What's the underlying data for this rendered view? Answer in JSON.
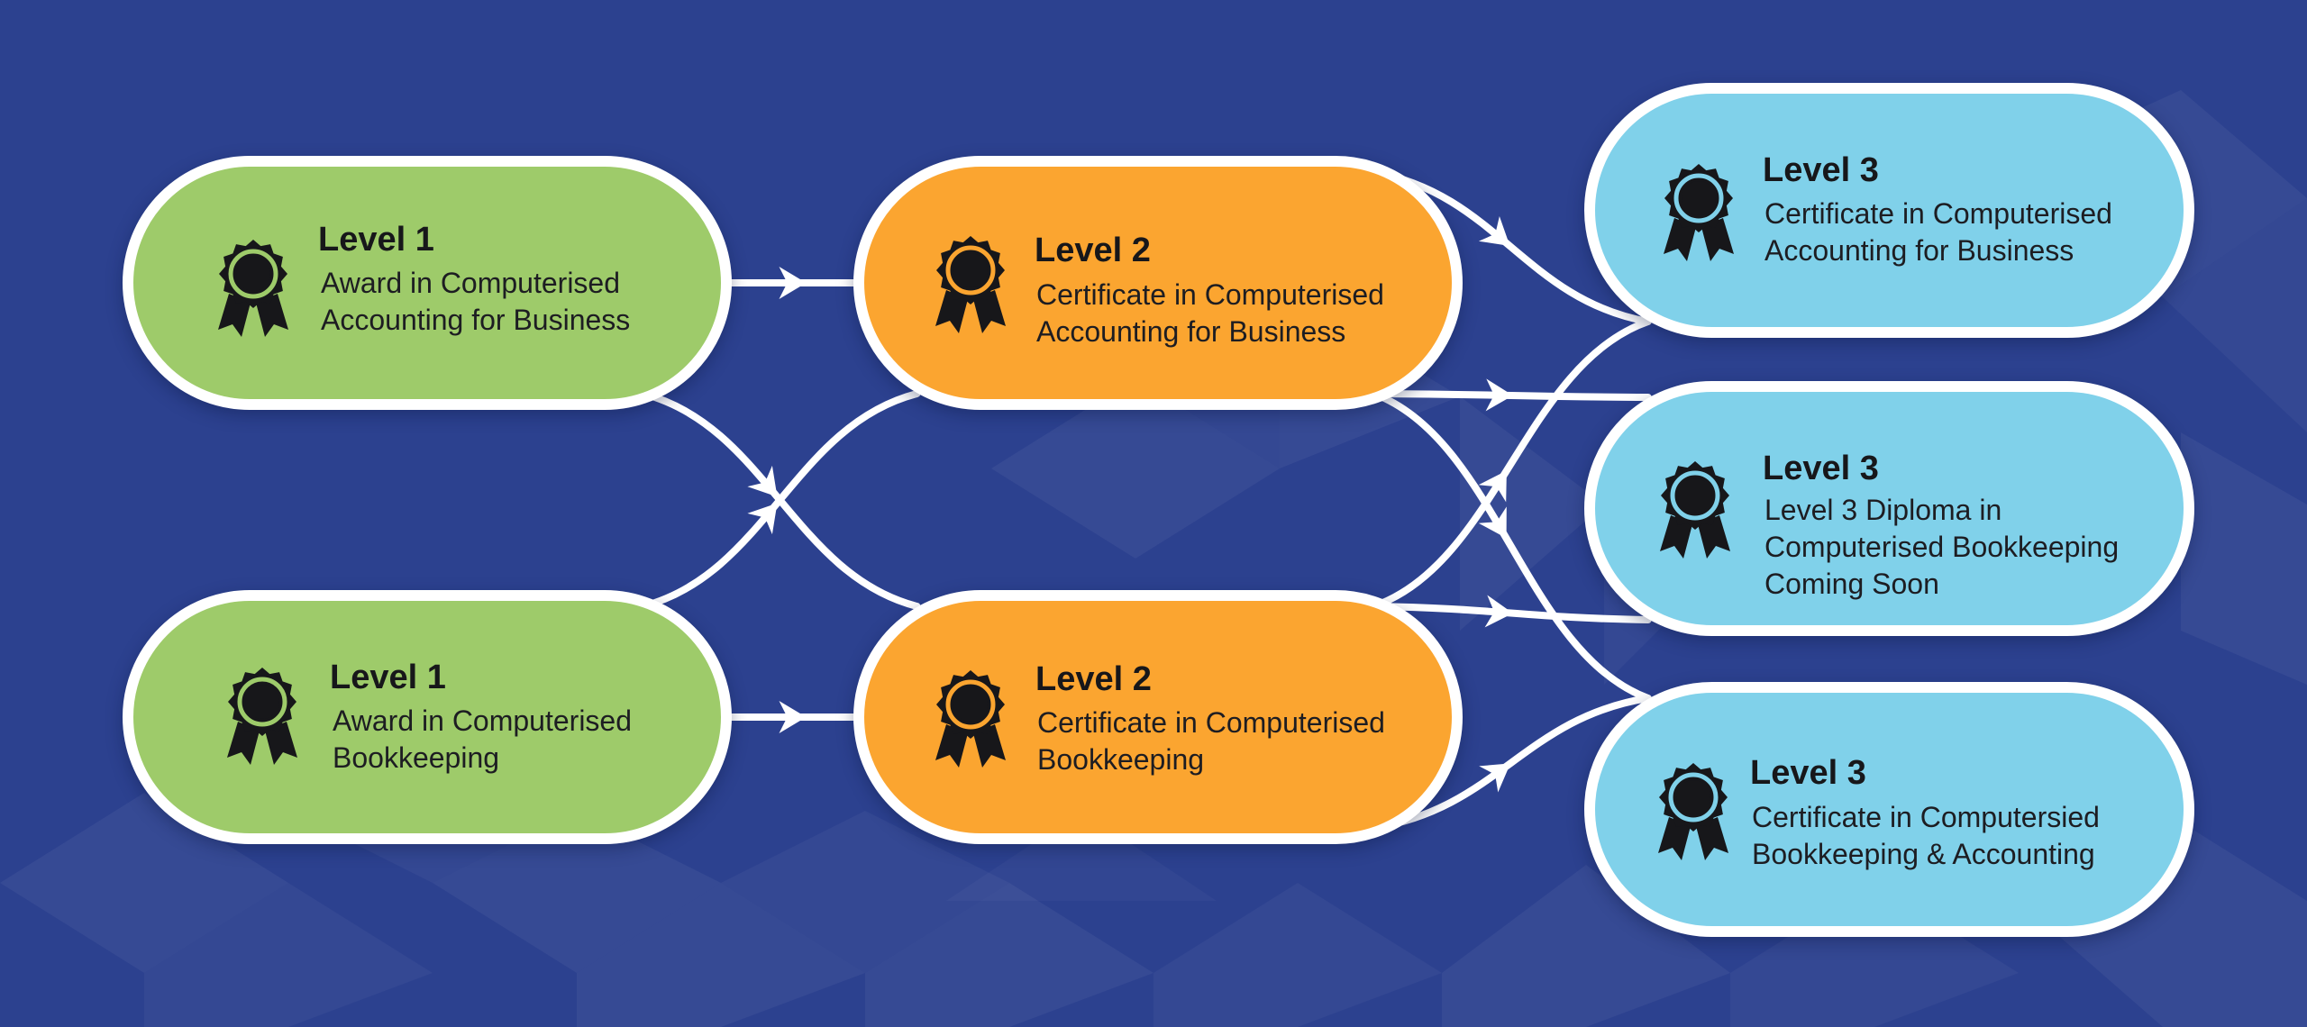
{
  "colors": {
    "background": "#2c418f",
    "level1": "#9ecb6a",
    "level2": "#fba530",
    "level3": "#80d1ea",
    "border": "#ffffff",
    "icon": "#17171a"
  },
  "nodes": {
    "l1_accounting": {
      "icon": "award-badge-icon",
      "title": "Level 1",
      "lines": [
        "Award in Computerised",
        "Accounting for Business"
      ]
    },
    "l1_bookkeeping": {
      "icon": "award-badge-icon",
      "title": "Level 1",
      "lines": [
        "Award in Computerised",
        "Bookkeeping"
      ]
    },
    "l2_accounting": {
      "icon": "award-badge-icon",
      "title": "Level 2",
      "lines": [
        "Certificate in Computerised",
        "Accounting for Business"
      ]
    },
    "l2_bookkeeping": {
      "icon": "award-badge-icon",
      "title": "Level 2",
      "lines": [
        "Certificate in Computerised",
        "Bookkeeping"
      ]
    },
    "l3_accounting": {
      "icon": "award-badge-icon",
      "title": "Level 3",
      "lines": [
        "Certificate in Computerised",
        "Accounting for Business"
      ]
    },
    "l3_diploma": {
      "icon": "award-badge-icon",
      "title": "Level 3",
      "lines": [
        "Level 3 Diploma in",
        "Computerised Bookkeeping",
        "Coming Soon"
      ]
    },
    "l3_combined": {
      "icon": "award-badge-icon",
      "title": "Level 3",
      "lines": [
        "Certificate in Computersied",
        "Bookkeeping & Accounting"
      ]
    }
  },
  "links": [
    {
      "from": "l1_accounting",
      "to": "l2_accounting"
    },
    {
      "from": "l1_accounting",
      "to": "l2_bookkeeping"
    },
    {
      "from": "l1_bookkeeping",
      "to": "l2_accounting"
    },
    {
      "from": "l1_bookkeeping",
      "to": "l2_bookkeeping"
    },
    {
      "from": "l2_accounting",
      "to": "l3_accounting"
    },
    {
      "from": "l2_accounting",
      "to": "l3_diploma"
    },
    {
      "from": "l2_accounting",
      "to": "l3_combined"
    },
    {
      "from": "l2_bookkeeping",
      "to": "l3_accounting"
    },
    {
      "from": "l2_bookkeeping",
      "to": "l3_diploma"
    },
    {
      "from": "l2_bookkeeping",
      "to": "l3_combined"
    }
  ]
}
